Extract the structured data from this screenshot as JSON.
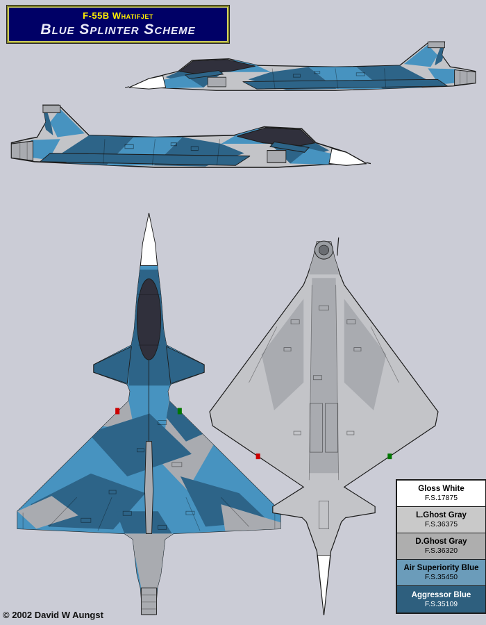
{
  "page": {
    "copyright": "© 2002 David W Aungst"
  },
  "title": {
    "kicker": "F-55B Whatifjet",
    "name": "Blue Splinter Scheme"
  },
  "legend": {
    "items": [
      {
        "name": "Gloss White",
        "fs": "F.S.17875",
        "color": "#ffffff",
        "text_color": "#000000"
      },
      {
        "name": "L.Ghost Gray",
        "fs": "F.S.36375",
        "color": "#c9c9c9",
        "text_color": "#000000"
      },
      {
        "name": "D.Ghost Gray",
        "fs": "F.S.36320",
        "color": "#aeaeae",
        "text_color": "#000000"
      },
      {
        "name": "Air Superiority Blue",
        "fs": "F.S.35450",
        "color": "#6b9cba",
        "text_color": "#000000"
      },
      {
        "name": "Aggressor Blue",
        "fs": "F.S.35109",
        "color": "#2e5f7e",
        "text_color": "#ffffff"
      }
    ]
  },
  "palette": {
    "background": "#cbccd6",
    "title_bg": "#000066",
    "title_kicker_color": "#ffee00",
    "title_name_color": "#e9e9f8",
    "outline": "#1c1c1c",
    "canopy": "#30303c",
    "camo_blue_light": "#4793c0",
    "camo_blue_dark": "#2d6488",
    "airframe_gray": "#c3c4c8",
    "panel_gray": "#a9abb0",
    "gloss_white": "#ffffff",
    "nav_red": "#cc0000",
    "nav_green": "#007700"
  }
}
